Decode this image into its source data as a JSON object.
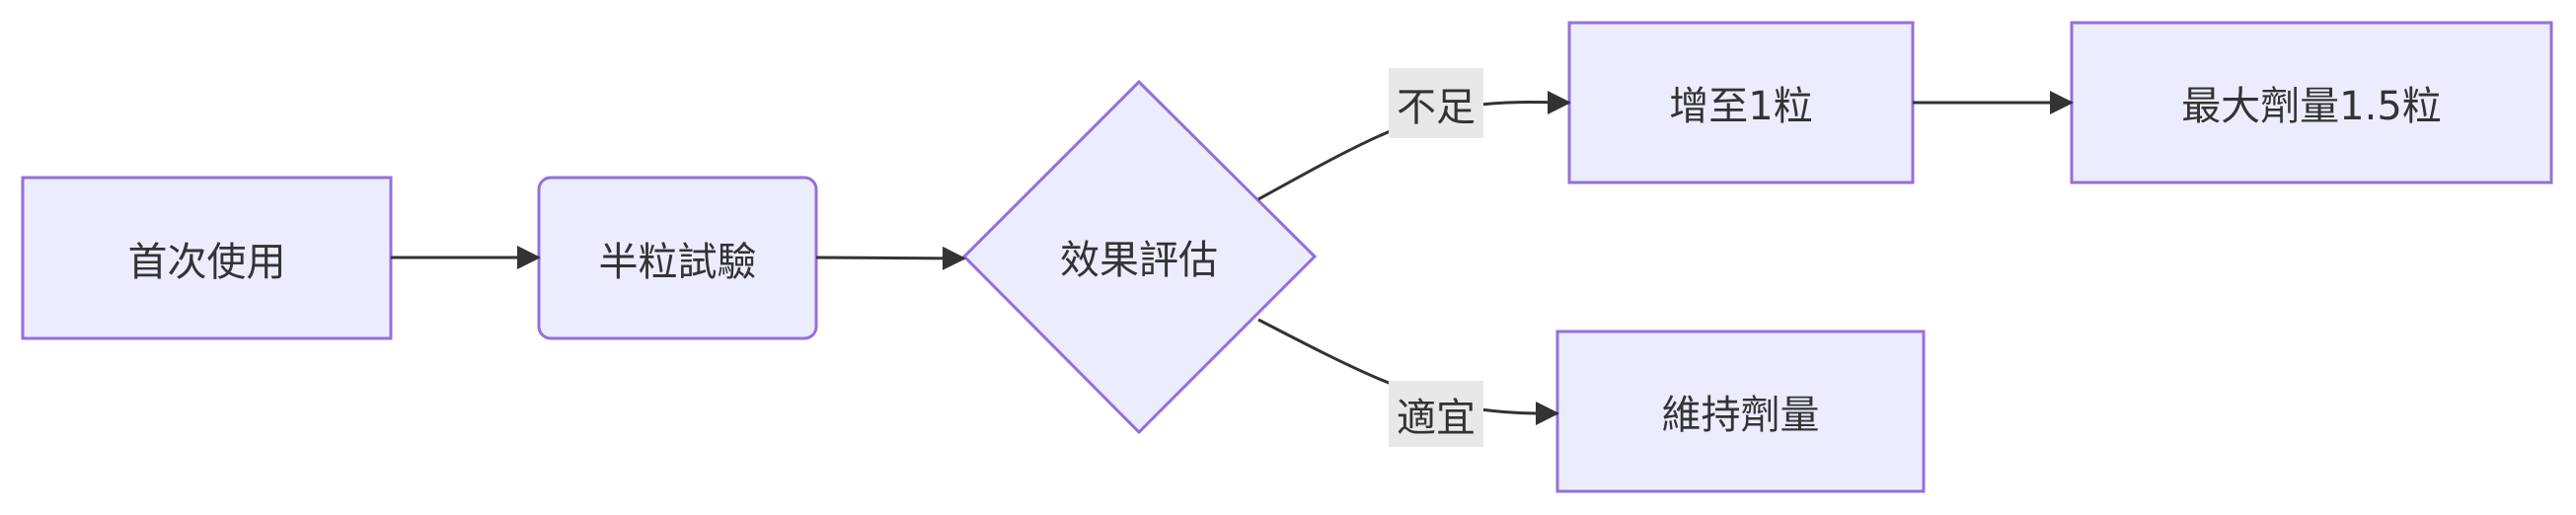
{
  "colors": {
    "node_fill": "#ececff",
    "node_stroke": "#9370db",
    "edge": "#333333",
    "label_bg": "#e8e8e8"
  },
  "nodes": {
    "first_use": "首次使用",
    "half_pill_trial": "半粒試驗",
    "effect_evaluation": "效果評估",
    "increase_to_one": "增至1粒",
    "max_dose": "最大劑量1.5粒",
    "maintain_dose": "維持劑量"
  },
  "edges": {
    "insufficient": "不足",
    "appropriate": "適宜"
  }
}
